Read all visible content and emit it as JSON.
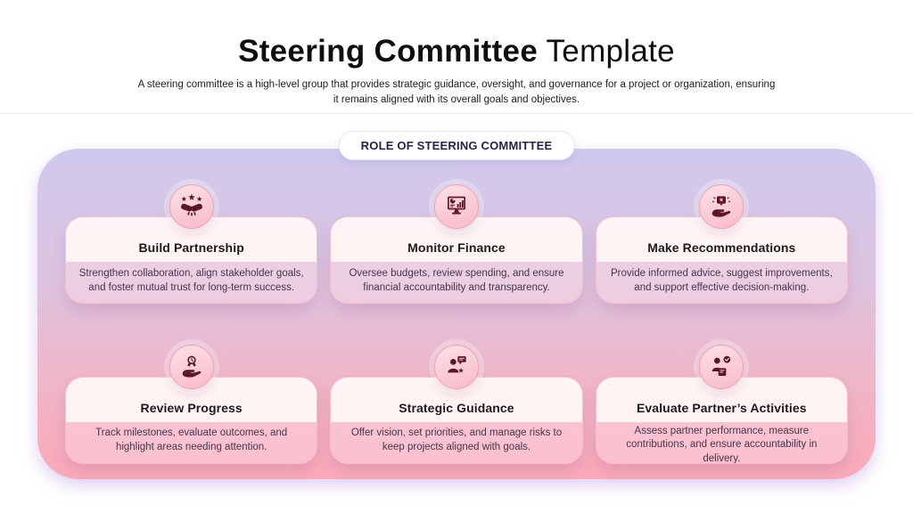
{
  "header": {
    "title_bold": "Steering Committee",
    "title_regular": "Template",
    "subtitle": "A steering committee is a high-level group that provides strategic guidance, oversight, and governance for a project or organization, ensuring it remains aligned with its overall goals and objectives."
  },
  "badge": {
    "label": "ROLE OF STEERING COMMITTEE"
  },
  "cards": [
    {
      "title": "Build Partnership",
      "description": "Strengthen collaboration, align stakeholder goals, and foster mutual trust for long-term success.",
      "icon": "handshake-stars-icon"
    },
    {
      "title": "Monitor Finance",
      "description": "Oversee budgets, review spending, and ensure financial accountability and transparency.",
      "icon": "finance-monitor-icon"
    },
    {
      "title": "Make Recommendations",
      "description": "Provide informed advice, suggest improvements, and support effective decision-making.",
      "icon": "hand-suggestion-icon"
    },
    {
      "title": "Review Progress",
      "description": "Track milestones, evaluate outcomes, and highlight areas needing attention.",
      "icon": "hand-medal-icon"
    },
    {
      "title": "Strategic Guidance",
      "description": "Offer vision, set priorities, and manage risks to keep projects aligned with goals.",
      "icon": "person-speech-star-icon"
    },
    {
      "title": "Evaluate Partner’s Activities",
      "description": "Assess partner performance, measure contributions, and ensure accountability in delivery.",
      "icon": "person-check-icon"
    }
  ],
  "colors": {
    "panel_gradient_top": "#cfc9ee",
    "panel_gradient_bottom": "#fba9b9",
    "icon_glyph": "#5a1527",
    "icon_circle": "#f8bac8",
    "card_title_band": "#fdf1f2",
    "badge_text": "#262243"
  }
}
